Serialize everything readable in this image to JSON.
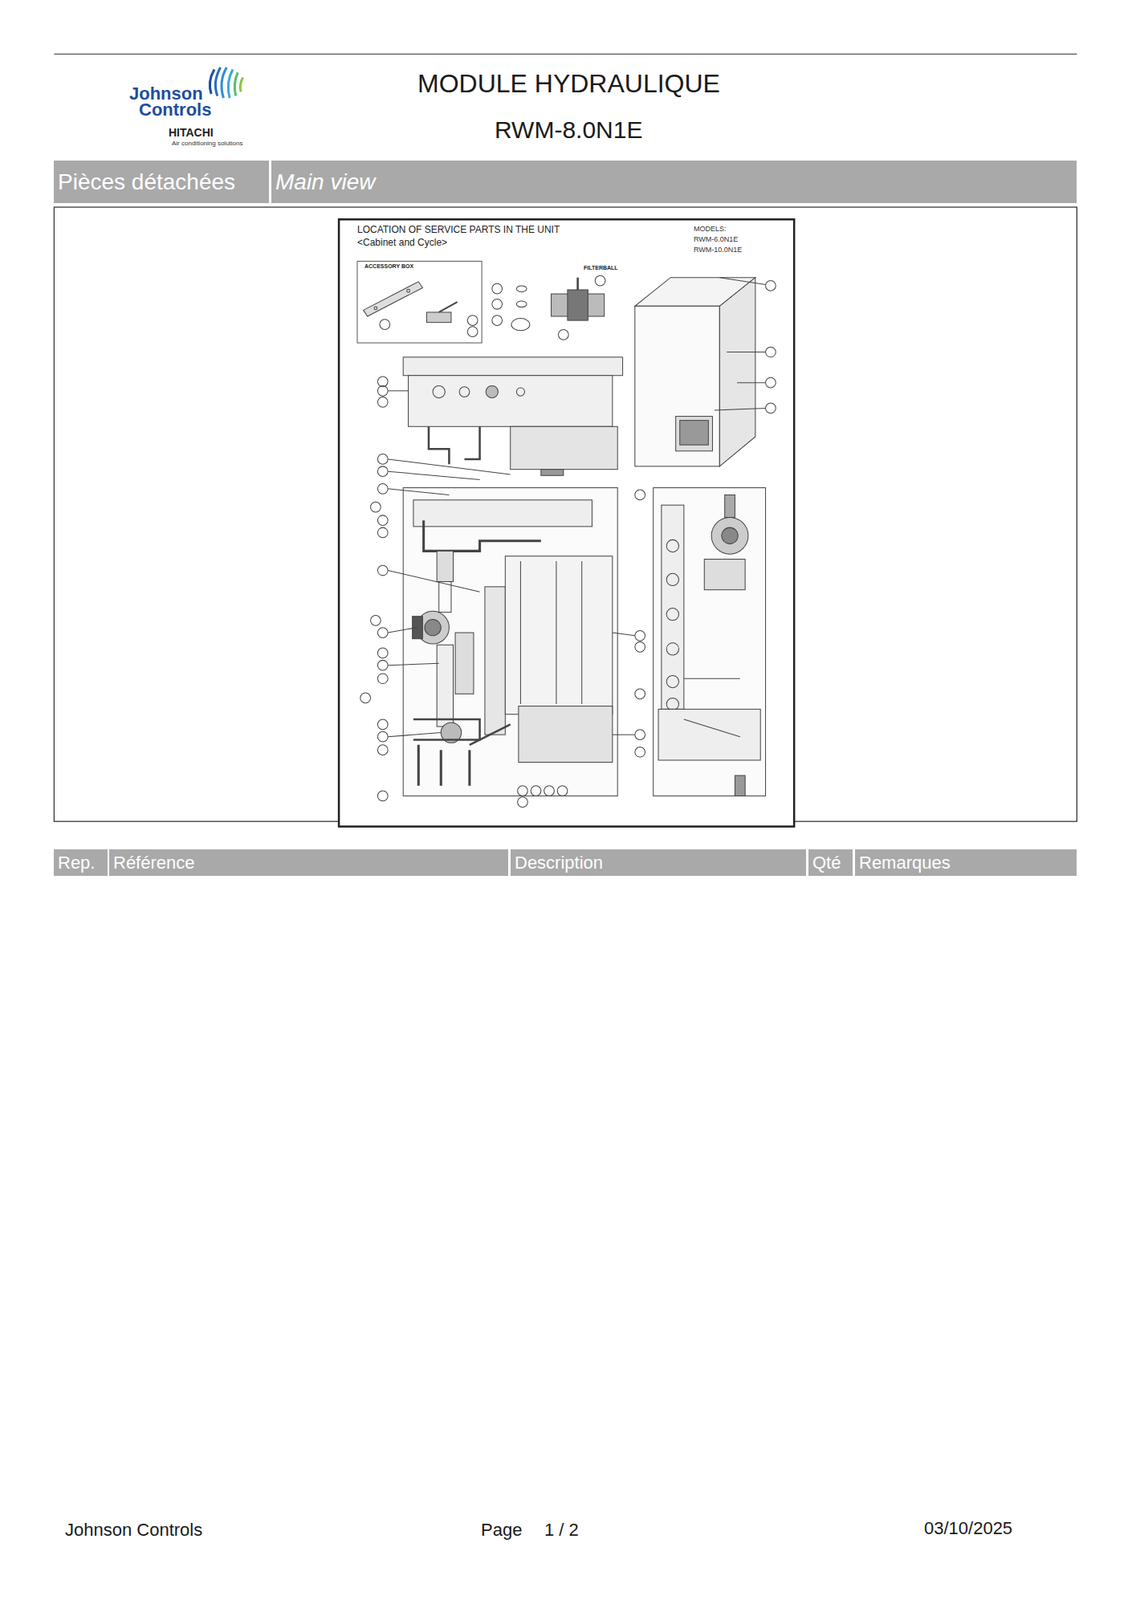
{
  "diagram": {
    "title": "MODULE HYDRAULIQUE",
    "nodes": [
      {
        "text": [
          "Pièces détachées"
        ]
      },
      {
        "text": [
          "Main view"
        ]
      },
      {
        "text": [
          "Rep."
        ]
      },
      {
        "text": [
          "Référence"
        ]
      },
      {
        "text": [
          "Description"
        ]
      },
      {
        "text": [
          "Qté"
        ]
      },
      {
        "text": [
          "Remarques"
        ]
      }
    ],
    "labels": [
      "Johnson",
      "Controls",
      "HITACHI",
      "Air conditioning solutions",
      "RWM-8.0N1E",
      "LOCATION OF SERVICE PARTS IN THE UNIT",
      "<Cabinet and Cycle>",
      "MODELS:",
      "RWM-6.0N1E",
      "RWM-10.0N1E",
      "ACCESSORY BOX",
      "FILTERBALL",
      "Johnson Controls",
      "Page",
      "1 / 2",
      "03/10/2025"
    ]
  }
}
